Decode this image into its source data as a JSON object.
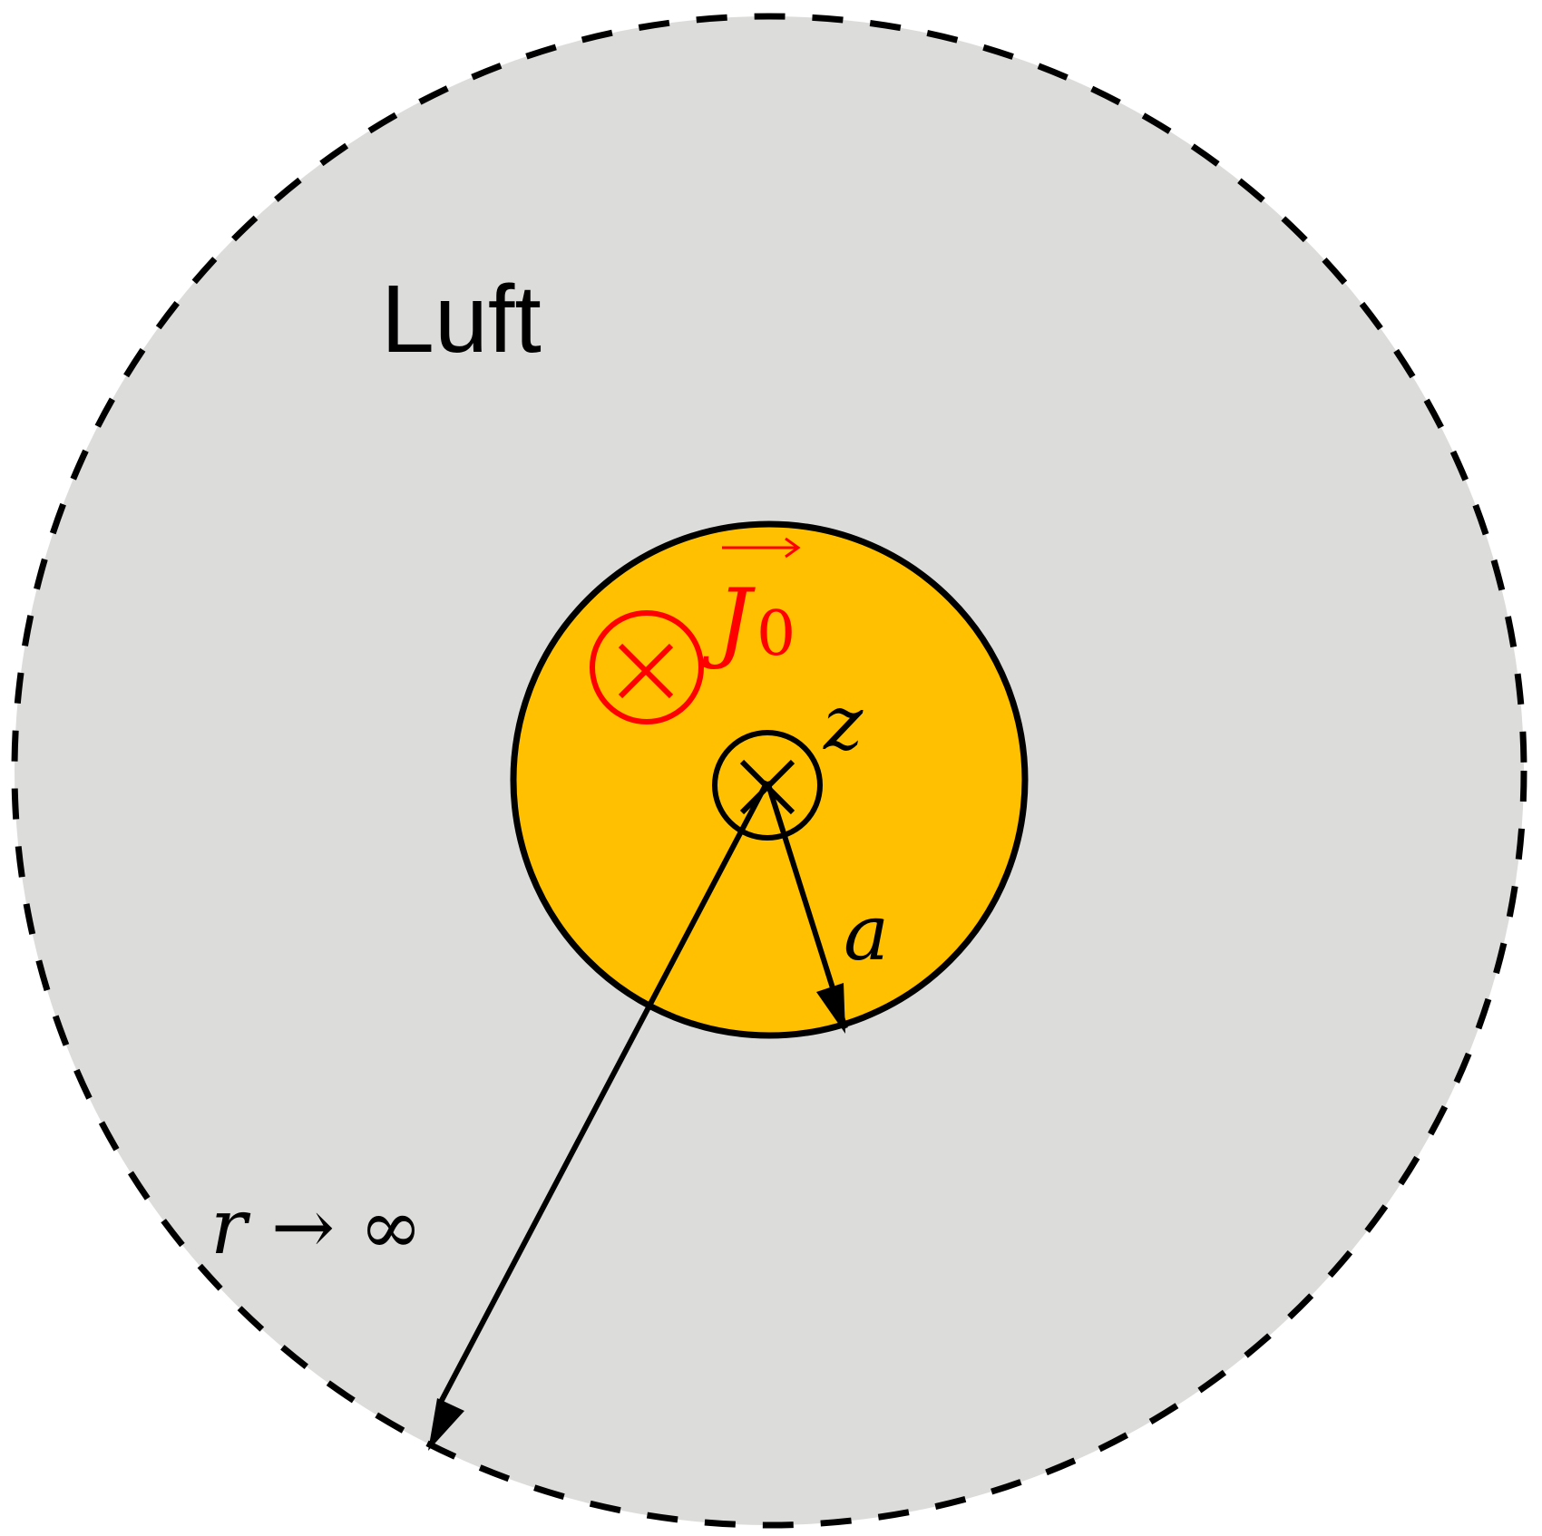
{
  "labels": {
    "medium": "Luft",
    "current_density_symbol": "J",
    "current_density_subscript": "0",
    "axis_label": "z",
    "radius_label": "a",
    "outer_boundary_label": "r → ∞"
  },
  "colors": {
    "background_air": "#dcdcda",
    "conductor_fill": "#fec000",
    "outline": "#000000",
    "current_density": "#ff0000"
  },
  "icons": {
    "current_direction": "circled-x-into-page-icon",
    "axis_direction": "circled-x-into-page-icon"
  }
}
